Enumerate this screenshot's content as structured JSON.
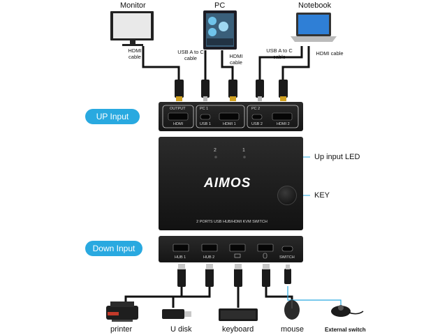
{
  "devices_top": {
    "monitor": "Monitor",
    "pc": "PC",
    "notebook": "Notebook"
  },
  "cables_top": {
    "monitor_hdmi": "HDMI cable",
    "pc_usb": "USB A to C cable",
    "pc_hdmi": "HDMI cable",
    "nb_usb": "USB A to C cable",
    "nb_hdmi": "HDMI cable"
  },
  "up_input": "UP Input",
  "down_input": "Down Input",
  "top_panel": {
    "output": "OUTPUT",
    "pc1": "PC 1",
    "pc2": "PC 2",
    "hdmi": "HDMI",
    "usb1": "USB 1",
    "hdmi1": "HDMI 1",
    "usb2": "USB 2",
    "hdmi2": "HDMI 2"
  },
  "front": {
    "led2": "2",
    "led1": "1",
    "brand": "AIMOS",
    "caption": "2 PORTS USB HUB/HDMI KVM SWITCH"
  },
  "callouts": {
    "led": "Up input LED",
    "key": "KEY"
  },
  "bottom_panel": {
    "hub1": "HUB 1",
    "hub2": "HUB 2",
    "switch": "SWITCH"
  },
  "devices_bottom": {
    "printer": "printer",
    "udisk": "U disk",
    "keyboard": "keyboard",
    "mouse": "mouse",
    "ext_switch": "External switch"
  },
  "colors": {
    "accent": "#29a9e0",
    "device_body": "#1b1b1b",
    "cable": "#111111"
  }
}
